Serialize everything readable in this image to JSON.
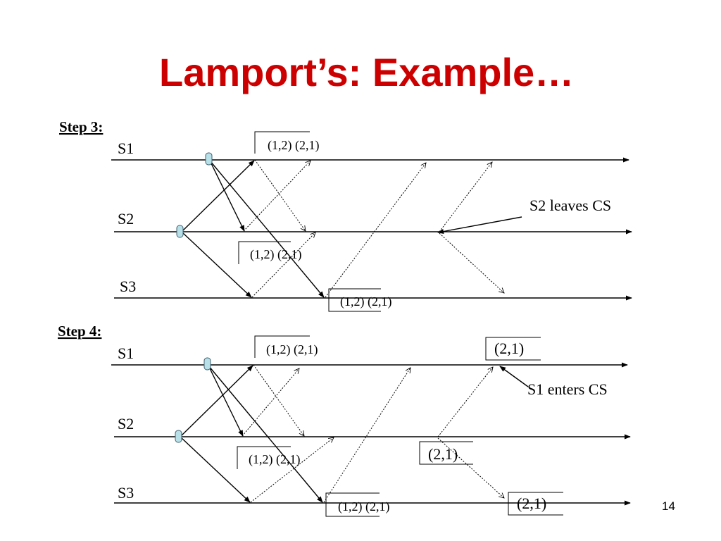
{
  "slide": {
    "title": "Lamport’s: Example…",
    "page_number": "14"
  },
  "step3": {
    "label": "Step 3:",
    "processes": [
      "S1",
      "S2",
      "S3"
    ],
    "queues": {
      "s1": "(1,2) (2,1)",
      "s2": "(1,2) (2,1)",
      "s3": "(1,2) (2,1)"
    },
    "annotation": "S2 leaves CS"
  },
  "step4": {
    "label": "Step 4:",
    "processes": [
      "S1",
      "S2",
      "S3"
    ],
    "queues": {
      "s1_first": "(1,2) (2,1)",
      "s1_second": "(2,1)",
      "s2_first": "(1,2) (2,1)",
      "s2_second": "(2,1)",
      "s3_first": "(1,2) (2,1)",
      "s3_second": "(2,1)"
    },
    "annotation": "S1 enters CS"
  }
}
